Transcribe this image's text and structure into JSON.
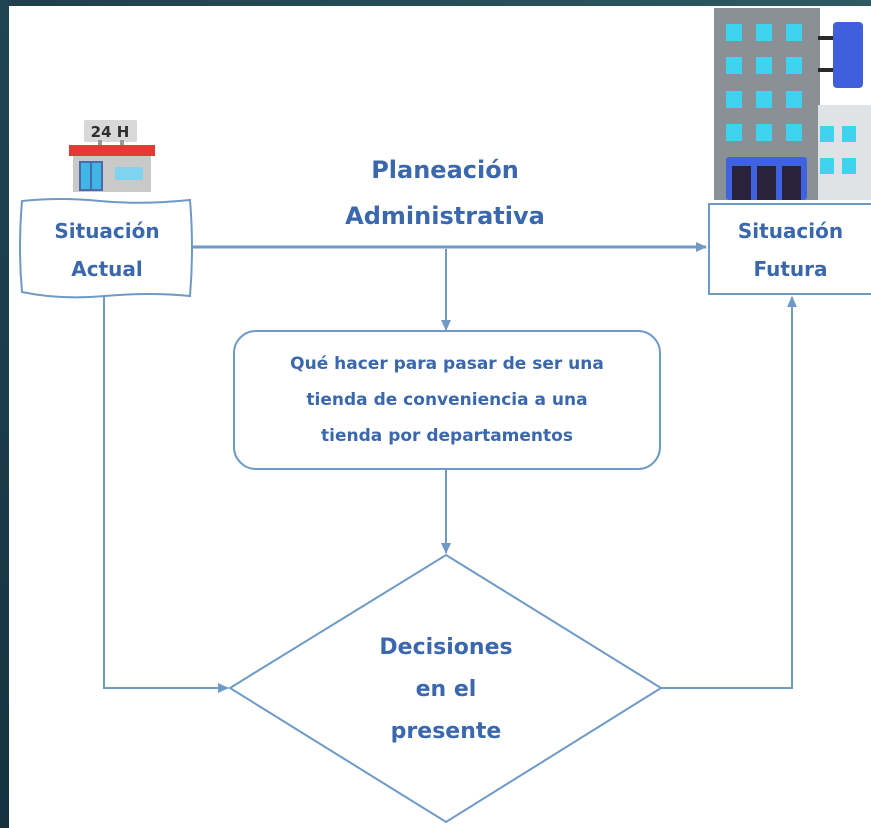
{
  "diagram": {
    "title": "Planeación\nAdministrativa",
    "current_state": "Situación\nActual",
    "future_state": "Situación\nFutura",
    "process": "Qué hacer para pasar de ser una\ntienda de conveniencia a una\ntienda por departamentos",
    "decision": "Decisiones\nen el\npresente",
    "store_sign": "24 H"
  },
  "colors": {
    "line": "#6f9ac6",
    "text": "#3b68ad",
    "store_awning": "#e53935",
    "building_window": "#40d3f0",
    "building_body": "#8a9196"
  },
  "icons": {
    "current": "convenience-store-icon",
    "future": "office-building-icon"
  }
}
